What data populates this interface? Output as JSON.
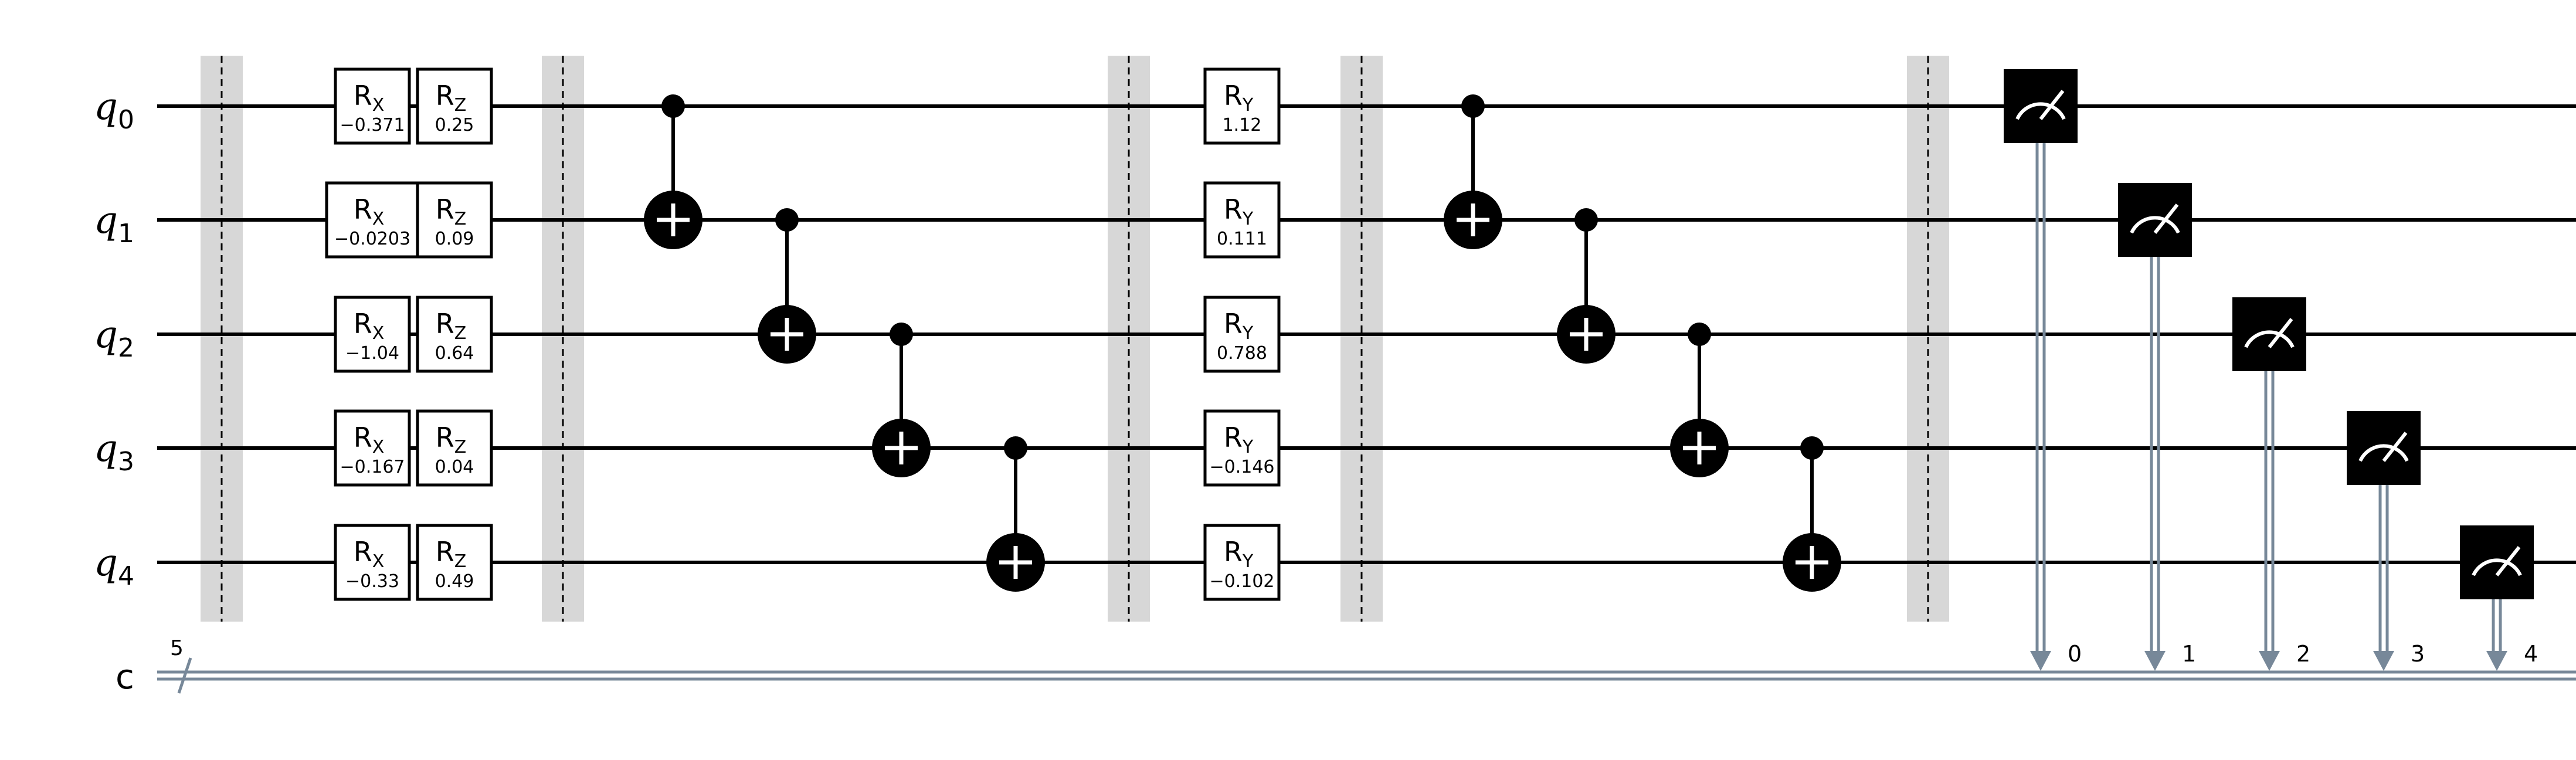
{
  "qubits": [
    {
      "name": "q",
      "index": "0"
    },
    {
      "name": "q",
      "index": "1"
    },
    {
      "name": "q",
      "index": "2"
    },
    {
      "name": "q",
      "index": "3"
    },
    {
      "name": "q",
      "index": "4"
    }
  ],
  "classical_register": {
    "name": "c",
    "size": "5"
  },
  "colors": {
    "wire": "#000000",
    "classical_wire": "#778899",
    "barrier": "#bdbdbd",
    "gate_fill": "#ffffff",
    "gate_border": "#000000",
    "measure_fill": "#000000",
    "measure_symbol": "#ffffff"
  },
  "columns": [
    {
      "type": "barrier"
    },
    {
      "type": "single",
      "gates": [
        {
          "name": "R",
          "sub": "X",
          "param": "−0.371"
        },
        {
          "name": "R",
          "sub": "X",
          "param": "−0.0203"
        },
        {
          "name": "R",
          "sub": "X",
          "param": "−1.04"
        },
        {
          "name": "R",
          "sub": "X",
          "param": "−0.167"
        },
        {
          "name": "R",
          "sub": "X",
          "param": "−0.33"
        }
      ]
    },
    {
      "type": "single",
      "gates": [
        {
          "name": "R",
          "sub": "Z",
          "param": "0.25"
        },
        {
          "name": "R",
          "sub": "Z",
          "param": "0.09"
        },
        {
          "name": "R",
          "sub": "Z",
          "param": "0.64"
        },
        {
          "name": "R",
          "sub": "Z",
          "param": "0.04"
        },
        {
          "name": "R",
          "sub": "Z",
          "param": "0.49"
        }
      ]
    },
    {
      "type": "barrier"
    },
    {
      "type": "cx",
      "control": 0,
      "target": 1
    },
    {
      "type": "cx",
      "control": 1,
      "target": 2
    },
    {
      "type": "cx",
      "control": 2,
      "target": 3
    },
    {
      "type": "cx",
      "control": 3,
      "target": 4
    },
    {
      "type": "barrier"
    },
    {
      "type": "single",
      "gates": [
        {
          "name": "R",
          "sub": "Y",
          "param": "1.12"
        },
        {
          "name": "R",
          "sub": "Y",
          "param": "0.111"
        },
        {
          "name": "R",
          "sub": "Y",
          "param": "0.788"
        },
        {
          "name": "R",
          "sub": "Y",
          "param": "−0.146"
        },
        {
          "name": "R",
          "sub": "Y",
          "param": "−0.102"
        }
      ]
    },
    {
      "type": "barrier"
    },
    {
      "type": "cx",
      "control": 0,
      "target": 1
    },
    {
      "type": "cx",
      "control": 1,
      "target": 2
    },
    {
      "type": "cx",
      "control": 2,
      "target": 3
    },
    {
      "type": "cx",
      "control": 3,
      "target": 4
    },
    {
      "type": "barrier"
    },
    {
      "type": "measure",
      "qubit": 0,
      "bit": "0"
    },
    {
      "type": "measure",
      "qubit": 1,
      "bit": "1"
    },
    {
      "type": "measure",
      "qubit": 2,
      "bit": "2"
    },
    {
      "type": "measure",
      "qubit": 3,
      "bit": "3"
    },
    {
      "type": "measure",
      "qubit": 4,
      "bit": "4"
    }
  ]
}
